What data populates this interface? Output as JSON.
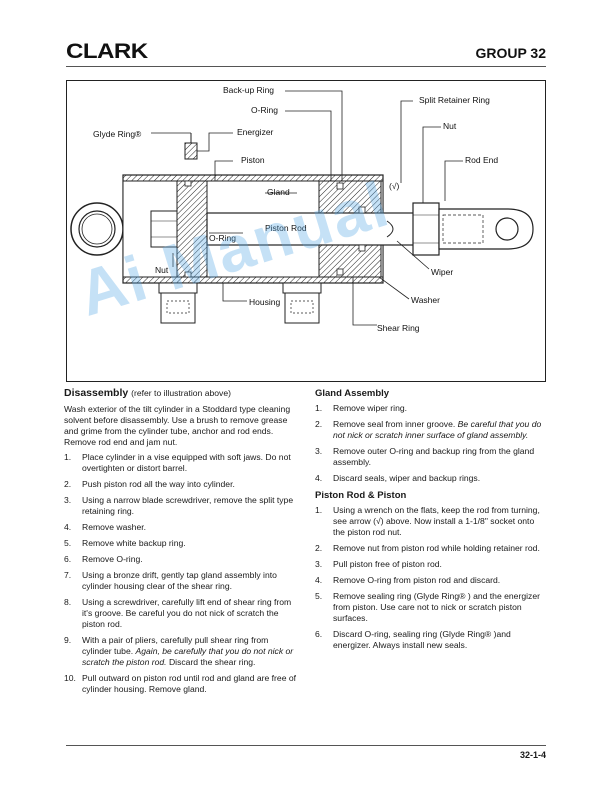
{
  "header": {
    "logo": "CLARK",
    "group": "GROUP 32"
  },
  "figure": {
    "labels": {
      "backup_ring": "Back-up Ring",
      "o_ring_top": "O-Ring",
      "glyde_ring": "Glyde Ring®",
      "energizer": "Energizer",
      "piston": "Piston",
      "gland": "Gland",
      "split_retainer_ring": "Split Retainer Ring",
      "nut_top": "Nut",
      "rod_end": "Rod End",
      "check_mark": "(√)",
      "piston_rod": "Piston Rod",
      "o_ring_mid": "O-Ring",
      "nut_left": "Nut",
      "wiper": "Wiper",
      "washer": "Washer",
      "housing": "Housing",
      "shear_ring": "Shear Ring"
    }
  },
  "watermark": "Ai Manual",
  "disassembly": {
    "title": "Disassembly",
    "subtitle": "(refer to illustration above)",
    "intro": "Wash exterior of the tilt cylinder in a Stoddard type cleaning solvent before disassembly. Use a brush to remove grease and grime from the cylinder tube, anchor and rod ends. Remove rod end and jam nut.",
    "steps": [
      {
        "num": "1.",
        "text": "Place cylinder in a vise equipped with soft jaws. Do not overtighten or distort barrel.",
        "italic": ""
      },
      {
        "num": "2.",
        "text": "Push piston rod all the way into cylinder.",
        "italic": ""
      },
      {
        "num": "3.",
        "text": "Using a narrow blade screwdriver, remove the split type retaining ring.",
        "italic": ""
      },
      {
        "num": "4.",
        "text": "Remove washer.",
        "italic": ""
      },
      {
        "num": "5.",
        "text": "Remove white backup ring.",
        "italic": ""
      },
      {
        "num": "6.",
        "text": "Remove O-ring.",
        "italic": ""
      },
      {
        "num": "7.",
        "text": "Using a bronze drift, gently tap gland assembly into cylinder housing clear of the shear ring.",
        "italic": ""
      },
      {
        "num": "8.",
        "text": "Using a screwdriver, carefully lift end of shear ring from it's groove. Be careful you do not nick of scratch the piston rod.",
        "italic": ""
      },
      {
        "num": "9.",
        "text": "With a pair of pliers, carefully pull shear ring from cylinder tube.",
        "italic": "Again, be carefully that you do not nick or scratch the piston rod.",
        "tail": "Discard the shear ring."
      },
      {
        "num": "10.",
        "text": "Pull outward on piston rod until rod and gland are free of cylinder housing. Remove gland.",
        "italic": ""
      }
    ]
  },
  "gland": {
    "title": "Gland Assembly",
    "steps": [
      {
        "num": "1.",
        "text": "Remove wiper ring."
      },
      {
        "num": "2.",
        "text": "Remove seal from inner groove.",
        "italic": "Be careful that you do not nick or scratch inner surface of gland assembly."
      },
      {
        "num": "3.",
        "text": "Remove outer O-ring and backup ring from the gland assembly."
      },
      {
        "num": "4.",
        "text": "Discard seals, wiper and backup rings."
      }
    ]
  },
  "piston": {
    "title": "Piston Rod & Piston",
    "steps": [
      {
        "num": "1.",
        "text": "Using a wrench on the flats, keep the rod from turning, see arrow (√) above. Now install a 1-1/8\" socket onto the piston rod nut."
      },
      {
        "num": "2.",
        "text": "Remove nut from piston rod while holding retainer rod."
      },
      {
        "num": "3.",
        "text": "Pull piston free of piston rod."
      },
      {
        "num": "4.",
        "text": "Remove O-ring from piston rod and discard."
      },
      {
        "num": "5.",
        "text": "Remove sealing ring (Glyde Ring® ) and the energizer from piston. Use care not to nick or scratch piston surfaces."
      },
      {
        "num": "6.",
        "text": "Discard O-ring, sealing ring (Glyde Ring® )and energizer. Always install new seals."
      }
    ]
  },
  "footer": {
    "page": "32-1-4"
  }
}
